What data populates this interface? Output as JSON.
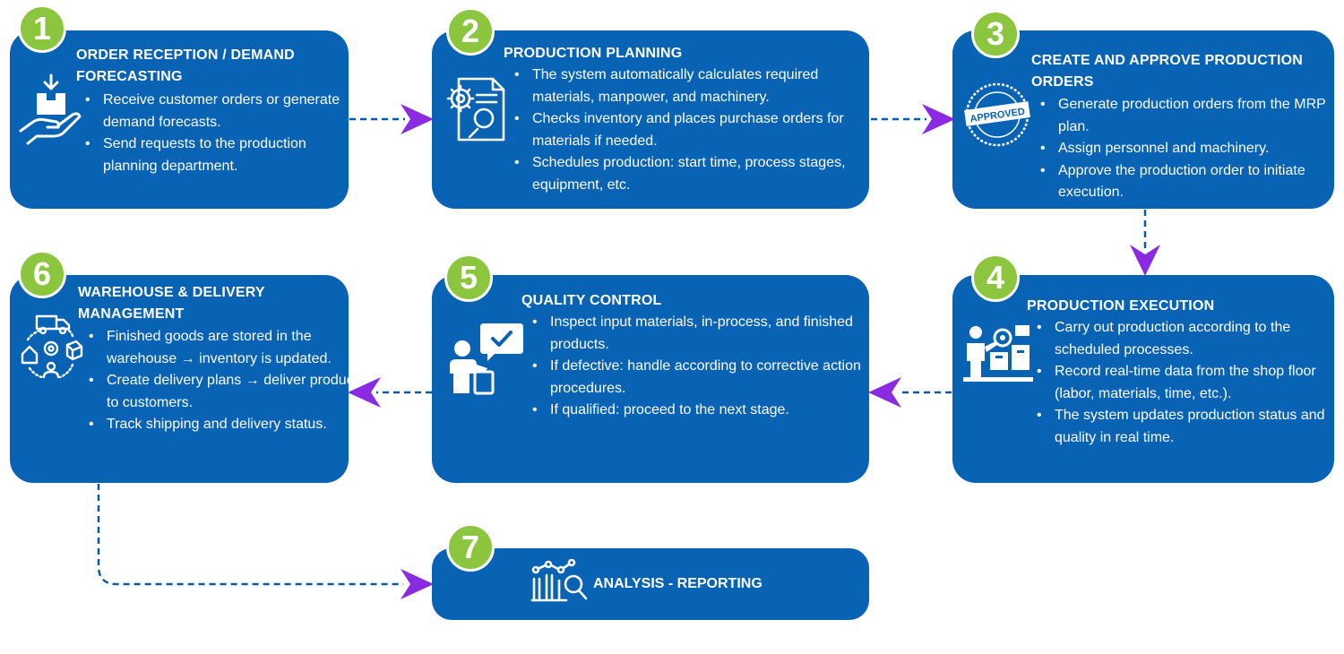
{
  "colors": {
    "box": "#0863b5",
    "badge": "#8cc63f",
    "arrow": "#8a2be2",
    "dash": "#0a5aa8"
  },
  "steps": [
    {
      "number": "1",
      "title": "ORDER RECEPTION / DEMAND FORECASTING",
      "icon": "hand-box-icon",
      "bullets": [
        "Receive customer orders or generate demand forecasts.",
        "Send requests to the production planning department."
      ]
    },
    {
      "number": "2",
      "title": "PRODUCTION PLANNING",
      "icon": "document-gear-search-icon",
      "bullets": [
        "The system automatically calculates required materials, manpower, and machinery.",
        "Checks inventory and places purchase orders for materials if needed.",
        "Schedules production: start time, process stages, equipment, etc."
      ]
    },
    {
      "number": "3",
      "title": "CREATE AND APPROVE PRODUCTION ORDERS",
      "icon": "approved-stamp-icon",
      "stamp_text": "APPROVED",
      "bullets": [
        "Generate production orders from the MRP plan.",
        "Assign personnel and machinery.",
        "Approve the production order to initiate execution."
      ]
    },
    {
      "number": "4",
      "title": "PRODUCTION EXECUTION",
      "icon": "worker-factory-icon",
      "bullets": [
        "Carry out production according to the scheduled processes.",
        "Record real-time data from the shop floor (labor, materials, time, etc.).",
        "The system updates production status and quality in real time."
      ]
    },
    {
      "number": "5",
      "title": "QUALITY CONTROL",
      "icon": "inspector-check-icon",
      "bullets": [
        "Inspect input materials, in-process, and finished products.",
        "If defective: handle according to corrective action procedures.",
        "If qualified: proceed to the next stage."
      ]
    },
    {
      "number": "6",
      "title": "WAREHOUSE & DELIVERY MANAGEMENT",
      "icon": "logistics-network-icon",
      "bullets": [
        "Finished goods are stored in the warehouse → inventory is updated.",
        "Create delivery plans → deliver products to customers.",
        "Track shipping and delivery status."
      ]
    },
    {
      "number": "7",
      "title": "ANALYSIS - REPORTING",
      "icon": "chart-analysis-icon",
      "bullets": []
    }
  ]
}
